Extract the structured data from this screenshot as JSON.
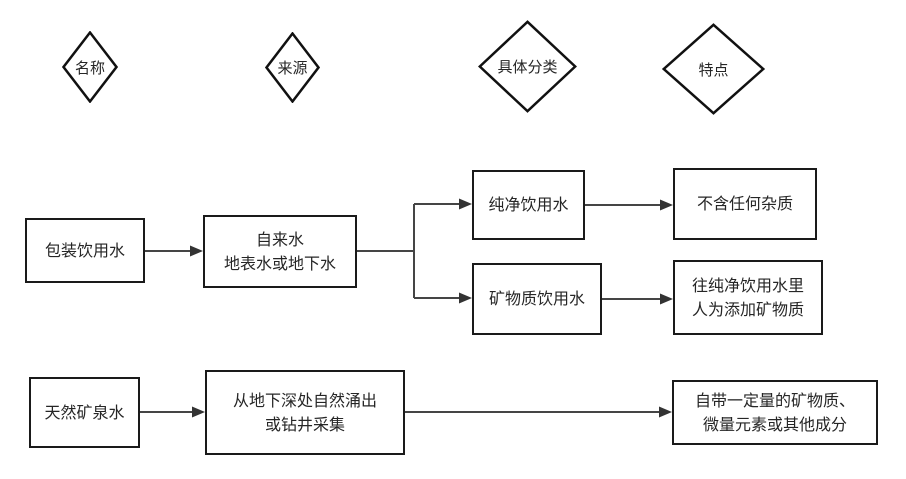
{
  "diagram": {
    "title_implied": "包装饮用水分类流程图",
    "headers": {
      "name": "名称",
      "source": "来源",
      "classification": "具体分类",
      "features": "特点"
    },
    "row_packaged": {
      "name": "包装饮用水",
      "source": "自来水\n地表水或地下水",
      "type_pure": "纯净饮用水",
      "type_mineralized": "矿物质饮用水",
      "feature_pure": "不含任何杂质",
      "feature_mineralized": "往纯净饮用水里\n人为添加矿物质"
    },
    "row_natural": {
      "name": "天然矿泉水",
      "source": "从地下深处自然涌出\n或钻井采集",
      "feature": "自带一定量的矿物质、\n微量元素或其他成分"
    },
    "colors": {
      "box_border": "#1a1a1a",
      "diamond_border": "#111111",
      "connector_line": "#454545",
      "arrowhead": "#333333",
      "text": "#262626",
      "background": "#ffffff"
    }
  }
}
